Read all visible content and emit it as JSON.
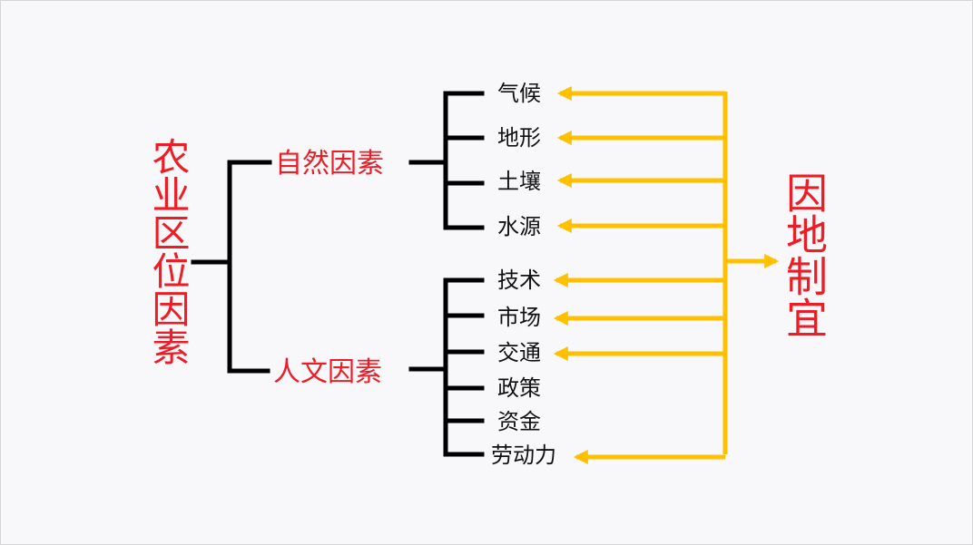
{
  "diagram": {
    "root": "农业区位因素",
    "result": "因地制宜",
    "colors": {
      "branch_text": "#ee1c25",
      "leaf_text": "#111111",
      "tree_lines": "#000000",
      "arrows": "#ffc000",
      "background": "#f8f8fa"
    },
    "branches": [
      {
        "label": "自然因素",
        "factors": [
          "气候",
          "地形",
          "土壤",
          "水源"
        ],
        "linked_to_result": [
          true,
          true,
          true,
          true
        ]
      },
      {
        "label": "人文因素",
        "factors": [
          "技术",
          "市场",
          "交通",
          "政策",
          "资金",
          "劳动力"
        ],
        "linked_to_result": [
          true,
          true,
          true,
          false,
          false,
          true
        ]
      }
    ]
  }
}
